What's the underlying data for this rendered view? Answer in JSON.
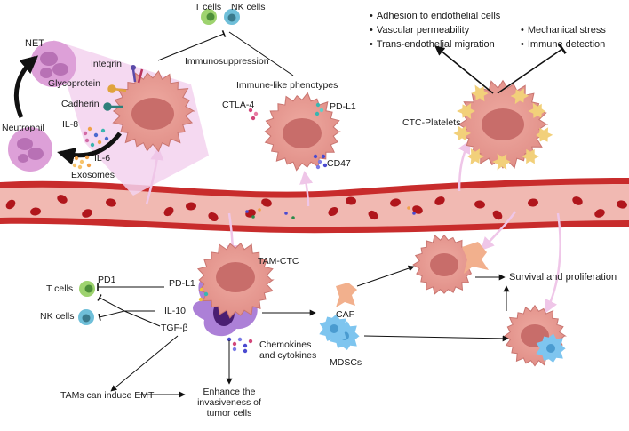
{
  "labels": {
    "net": "NET",
    "neutrophil": "Neutrophil",
    "t_cells_top": "T cells",
    "nk_cells_top": "NK cells",
    "integrin": "Integrin",
    "glycoprotein": "Glycoprotein",
    "cadherin": "Cadherin",
    "il8": "IL-8",
    "il6": "IL-6",
    "exosomes": "Exosomes",
    "immunosuppression": "Immunosuppression",
    "immune_like": "Immune-like phenotypes",
    "ctla4": "CTLA-4",
    "pdl1_top": "PD-L1",
    "cd47": "CD47",
    "ctc_platelets": "CTC-Platelets",
    "tam_ctc": "TAM-CTC",
    "t_cells_left": "T cells",
    "pd1": "PD1",
    "pdl1_left": "PD-L1",
    "nk_cells_left": "NK cells",
    "il10": "IL-10",
    "tgfb": "TGF-β",
    "chemokines": "Chemokines\nand cytokines",
    "tams_emt": "TAMs can induce EMT",
    "enhance": "Enhance the\ninvasiveness of\ntumor cells",
    "caf": "CAF",
    "mdscs": "MDSCs",
    "survival": "Survival and proliferation"
  },
  "platelet_effects_left": [
    "Adhesion to endothelial cells",
    "Vascular permeability",
    "Trans-endothelial migration"
  ],
  "platelet_effects_right": [
    "Mechanical stress",
    "Immune detection"
  ],
  "colors": {
    "vessel": "#c82c2c",
    "vessel_light": "#f1b9b2",
    "tumor": "#e79c93",
    "tumor_core": "#c86d6a",
    "neutrophil": "#dda0d8",
    "macrophage": "#9d6ad0",
    "platelet": "#f2d07a",
    "mdsc": "#7ec5ef",
    "caf": "#f2b08d",
    "t_cell": "#9ed36f",
    "nk_cell": "#6fbfd9",
    "arrow_pink": "#efc6e8"
  }
}
